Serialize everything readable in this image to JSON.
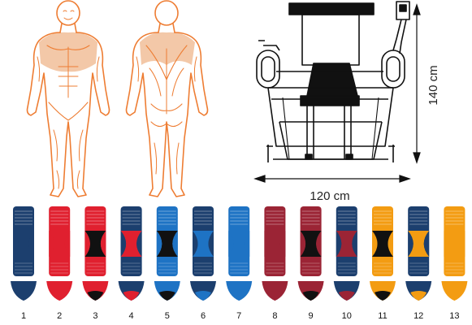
{
  "dimensions": {
    "width_label": "120 cm",
    "height_label": "140 cm"
  },
  "colors": {
    "figure_outline": "#ee7d33",
    "figure_fill": "#f3c8a8",
    "machine_line": "#111111"
  },
  "handles": [
    {
      "number": "1",
      "top": "#1c3f6e",
      "band": "#1c3f6e",
      "base": "#1c3f6e",
      "tip": "#1c3f6e"
    },
    {
      "number": "2",
      "top": "#e0202f",
      "band": "#e0202f",
      "base": "#e0202f",
      "tip": "#e0202f"
    },
    {
      "number": "3",
      "top": "#e0202f",
      "band": "#111111",
      "base": "#e0202f",
      "tip": "#111111"
    },
    {
      "number": "4",
      "top": "#1c3f6e",
      "band": "#e0202f",
      "base": "#1c3f6e",
      "tip": "#e0202f"
    },
    {
      "number": "5",
      "top": "#1e73c4",
      "band": "#111111",
      "base": "#1e73c4",
      "tip": "#111111"
    },
    {
      "number": "6",
      "top": "#1c3f6e",
      "band": "#1e73c4",
      "base": "#1c3f6e",
      "tip": "#1e73c4"
    },
    {
      "number": "7",
      "top": "#1e73c4",
      "band": "#1e73c4",
      "base": "#1e73c4",
      "tip": "#1e73c4"
    },
    {
      "number": "8",
      "top": "#9b2435",
      "band": "#9b2435",
      "base": "#9b2435",
      "tip": "#9b2435"
    },
    {
      "number": "9",
      "top": "#9b2435",
      "band": "#111111",
      "base": "#9b2435",
      "tip": "#111111"
    },
    {
      "number": "10",
      "top": "#1c3f6e",
      "band": "#9b2435",
      "base": "#1c3f6e",
      "tip": "#9b2435"
    },
    {
      "number": "11",
      "top": "#f39c12",
      "band": "#111111",
      "base": "#f39c12",
      "tip": "#111111"
    },
    {
      "number": "12",
      "top": "#1c3f6e",
      "band": "#f39c12",
      "base": "#1c3f6e",
      "tip": "#f39c12"
    },
    {
      "number": "13",
      "top": "#f39c12",
      "band": "#f39c12",
      "base": "#f39c12",
      "tip": "#f39c12"
    }
  ]
}
